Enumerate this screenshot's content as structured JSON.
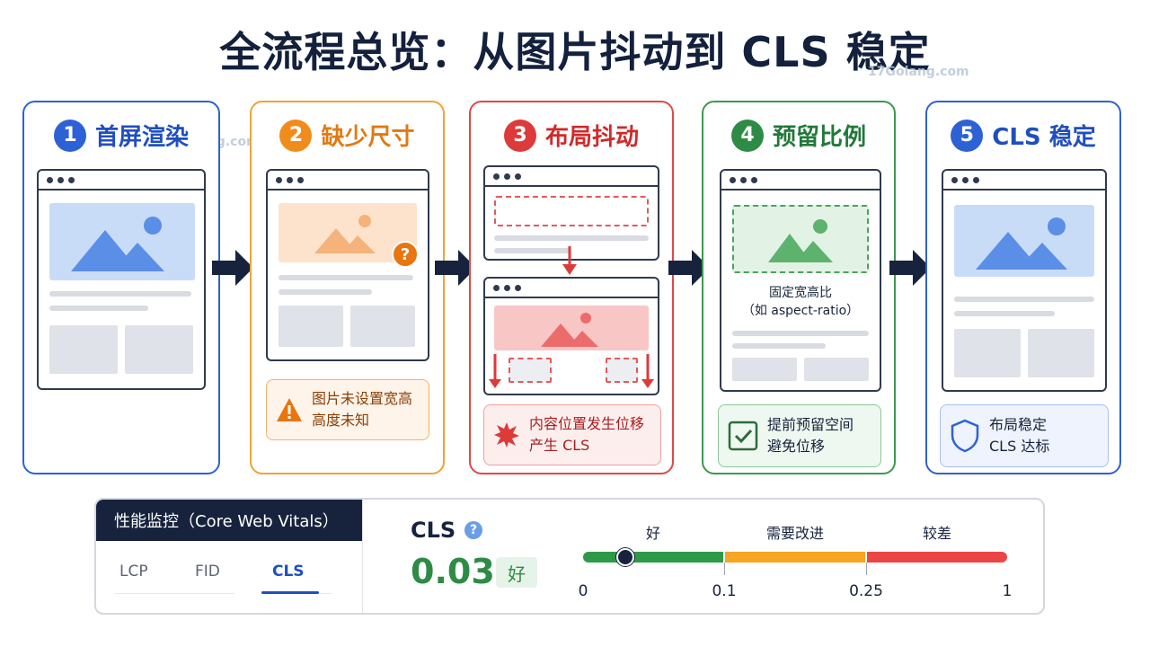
{
  "title": "全流程总览：从图片抖动到 CLS 稳定",
  "watermark": "17Golang.com",
  "steps": [
    {
      "num": "1",
      "label": "首屏渲染"
    },
    {
      "num": "2",
      "label": "缺少尺寸"
    },
    {
      "num": "3",
      "label": "布局抖动"
    },
    {
      "num": "4",
      "label": "预留比例"
    },
    {
      "num": "5",
      "label": "CLS 稳定"
    }
  ],
  "notes": {
    "step2": [
      "图片未设置宽高",
      "高度未知"
    ],
    "step3": [
      "内容位置发生位移",
      "产生 CLS"
    ],
    "step4": [
      "提前预留空间",
      "避免位移"
    ],
    "step5": [
      "布局稳定",
      "CLS 达标"
    ]
  },
  "step4_caption": [
    "固定宽高比",
    "（如 aspect-ratio）"
  ],
  "step2_badge": "?",
  "panel": {
    "title": "性能监控（Core Web Vitals）",
    "tabs": [
      "LCP",
      "FID",
      "CLS"
    ],
    "active_tab": "CLS",
    "metric_label": "CLS",
    "help_glyph": "?",
    "metric_value": 0.03,
    "metric_value_text": "0.03",
    "rating": "好",
    "scale": {
      "segments": [
        {
          "label": "好",
          "from": 0,
          "to": 0.1,
          "color": "#2e9a48"
        },
        {
          "label": "需要改进",
          "from": 0.1,
          "to": 0.25,
          "color": "#f5a623"
        },
        {
          "label": "较差",
          "from": 0.25,
          "to": 1,
          "color": "#ec4545"
        }
      ],
      "ticks": [
        "0",
        "0.1",
        "0.25",
        "1"
      ]
    }
  },
  "colors": {
    "blue": "#2d62d6",
    "orange": "#f08c1c",
    "red": "#dd3a3a",
    "green": "#2e8b45",
    "navy": "#17233d"
  }
}
